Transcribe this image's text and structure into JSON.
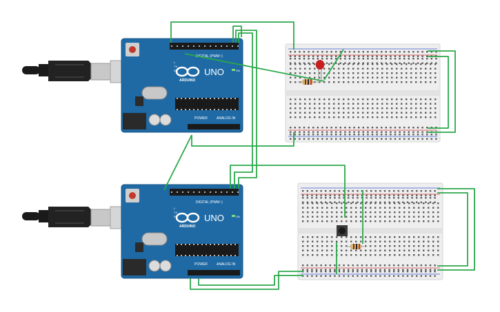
{
  "circuit": {
    "boards": [
      {
        "id": "arduino-top",
        "model_label": "UNO",
        "brand_label": "ARDUINO",
        "digital_label": "DIGITAL (PWM~)",
        "power_label": "POWER",
        "analog_label": "ANALOG IN",
        "on_label": "ON",
        "tx_label": "TX",
        "rx_label": "RX",
        "l_label": "L"
      },
      {
        "id": "arduino-bottom",
        "model_label": "UNO",
        "brand_label": "ARDUINO",
        "digital_label": "DIGITAL (PWM~)",
        "power_label": "POWER",
        "analog_label": "ANALOG IN",
        "on_label": "ON",
        "tx_label": "TX",
        "rx_label": "RX",
        "l_label": "L"
      }
    ],
    "components": [
      {
        "type": "led",
        "color": "red"
      },
      {
        "type": "resistor",
        "location": "top breadboard"
      },
      {
        "type": "pushbutton",
        "location": "bottom breadboard"
      },
      {
        "type": "resistor",
        "location": "bottom breadboard"
      }
    ],
    "colors": {
      "board": "#1f6aa5",
      "board_edge": "#155487",
      "wire": "#2aa84a",
      "breadboard": "#eeeeee",
      "rail_red": "#d33b3b",
      "rail_blue": "#3b5bd3",
      "led": "#c81e1e",
      "usb_cable": "#1a1a1a"
    },
    "icons": [
      "usb-plug-icon",
      "arduino-infinity-logo-icon",
      "reset-button-icon"
    ]
  }
}
